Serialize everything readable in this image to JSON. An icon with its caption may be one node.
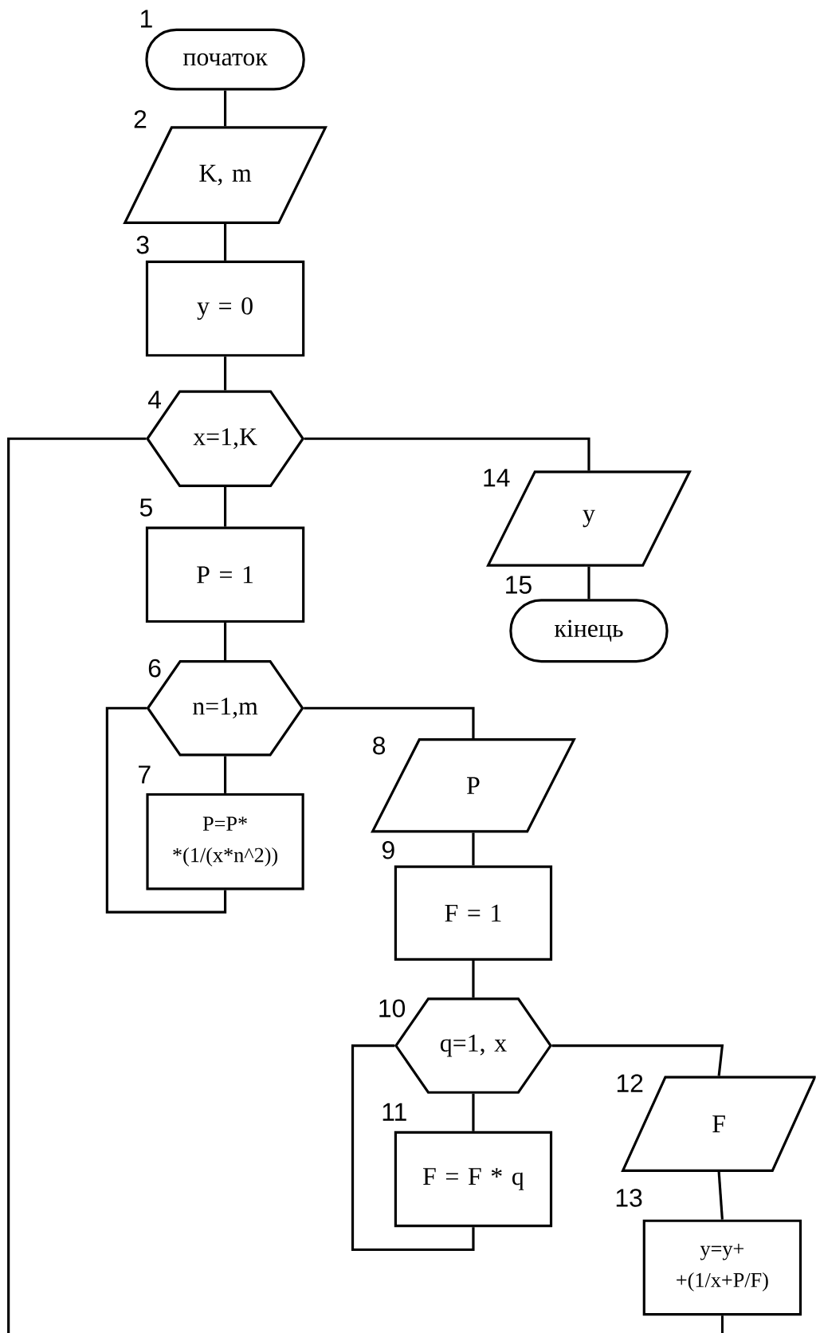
{
  "diagram": {
    "nodes": [
      {
        "text": [
          "початок"
        ],
        "beside": [
          "1"
        ]
      },
      {
        "text": [
          "K, m"
        ],
        "beside": [
          "2"
        ]
      },
      {
        "text": [
          "y = 0"
        ],
        "beside": [
          "3"
        ]
      },
      {
        "text": [
          "x=1,K"
        ],
        "beside": [
          "4"
        ]
      },
      {
        "text": [
          "P = 1"
        ],
        "beside": [
          "5"
        ]
      },
      {
        "text": [
          "n=1,m"
        ],
        "beside": [
          "6"
        ]
      },
      {
        "text": [
          "P=P* *(1/(x*n^2))"
        ],
        "beside": [
          "7"
        ]
      },
      {
        "text": [
          "P"
        ],
        "beside": [
          "8"
        ]
      },
      {
        "text": [
          "F = 1"
        ],
        "beside": [
          "9"
        ]
      },
      {
        "text": [
          "q=1, x"
        ],
        "beside": [
          "10"
        ]
      },
      {
        "text": [
          "F = F * q"
        ],
        "beside": [
          "11"
        ]
      },
      {
        "text": [
          "F"
        ],
        "beside": [
          "12"
        ]
      },
      {
        "text": [
          "y=y+ +(1/x+P/F)"
        ],
        "beside": [
          "13"
        ]
      },
      {
        "text": [
          "y"
        ],
        "beside": [
          "14"
        ]
      },
      {
        "text": [
          "кінець"
        ],
        "beside": [
          "15"
        ]
      }
    ],
    "edges": [
      {
        "from": 0,
        "to": 1,
        "arrow": "none"
      },
      {
        "from": 1,
        "to": 2,
        "arrow": "none"
      },
      {
        "from": 2,
        "to": 3,
        "arrow": "none"
      },
      {
        "from": 3,
        "to": 4,
        "arrow": "none"
      },
      {
        "from": 4,
        "to": 5,
        "arrow": "none"
      },
      {
        "from": 5,
        "to": 6,
        "arrow": "none"
      },
      {
        "from": 6,
        "to": 5,
        "arrow": "none"
      },
      {
        "from": 5,
        "to": 7,
        "arrow": "none"
      },
      {
        "from": 7,
        "to": 8,
        "arrow": "none"
      },
      {
        "from": 8,
        "to": 9,
        "arrow": "none"
      },
      {
        "from": 9,
        "to": 10,
        "arrow": "none"
      },
      {
        "from": 10,
        "to": 9,
        "arrow": "none"
      },
      {
        "from": 9,
        "to": 11,
        "arrow": "none"
      },
      {
        "from": 11,
        "to": 12,
        "arrow": "none"
      },
      {
        "from": 12,
        "to": null,
        "arrow": "none"
      },
      {
        "from": 3,
        "to": 13,
        "arrow": "none"
      },
      {
        "from": 13,
        "to": 14,
        "arrow": "none"
      },
      {
        "from": null,
        "to": 3,
        "arrow": "none"
      }
    ]
  }
}
